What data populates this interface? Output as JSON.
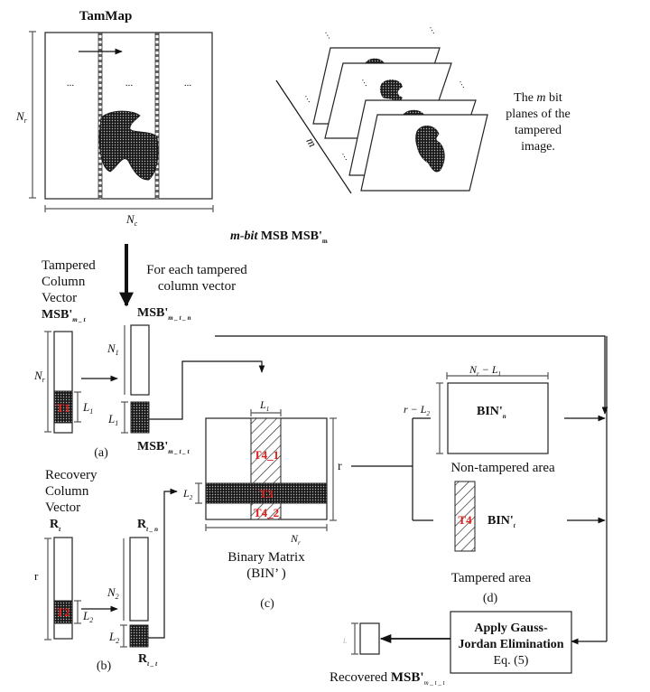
{
  "tammap": {
    "title": "TamMap",
    "dots": "...",
    "dim_rows": "N",
    "dim_rows_sub": "r",
    "dim_cols": "N",
    "dim_cols_sub": "c"
  },
  "bitplanes": {
    "m_label": "m",
    "caption_line1_pre": "The ",
    "caption_line1_m": "m",
    "caption_line1_post": " bit",
    "caption_line2": "planes of the",
    "caption_line3": "tampered",
    "caption_line4": "image."
  },
  "msb_label": {
    "italic": "m-bit",
    "bold": " MSB  MSB'",
    "sub": "m"
  },
  "panel_a": {
    "tampered_line1": "Tampered",
    "tampered_line2": "Column",
    "tampered_line3": "Vector",
    "vec_name": "MSB'",
    "vec_sub": "m _ t",
    "for_each_line1": "For each tampered",
    "for_each_line2": "column vector",
    "top_name": "MSB'",
    "top_sub": "m _ t _ n",
    "bottom_name": "MSB'",
    "bottom_sub": "m _ t _ t",
    "dim_nr": "N",
    "dim_nr_sub": "r",
    "dim_n1": "N",
    "dim_n1_sub": "1",
    "dim_l1": "L",
    "dim_l1_sub": "1",
    "block": "T1",
    "label": "(a)"
  },
  "panel_b": {
    "recovery_line1": "Recovery",
    "recovery_line2": "Column",
    "recovery_line3": "Vector",
    "vec_name": "R",
    "vec_sub": "t",
    "top_name": "R",
    "top_sub": "t _ n",
    "bottom_name": "R",
    "bottom_sub": "t _ t",
    "dim_r": "r",
    "dim_n2": "N",
    "dim_n2_sub": "2",
    "dim_l2": "L",
    "dim_l2_sub": "2",
    "block": "T2",
    "label": "(b)"
  },
  "panel_c": {
    "dim_l1": "L",
    "dim_l1_sub": "1",
    "dim_l2": "L",
    "dim_l2_sub": "2",
    "dim_r": "r",
    "dim_nr": "N",
    "dim_nr_sub": "r",
    "t4_1": "T4_1",
    "t3": "T3",
    "t4_2": "T4_2",
    "caption1": "Binary Matrix",
    "caption2": "(BIN’ )",
    "label": "(c)"
  },
  "panel_d": {
    "dim_top": "N",
    "dim_top_sub": "r",
    "dim_top_rest": " − L",
    "dim_top_rest_sub": "1",
    "dim_left": "r − L",
    "dim_left_sub": "2",
    "bin_n": "BIN'",
    "bin_n_sub": "n",
    "non_tampered": "Non-tampered area",
    "t4": "T4",
    "bin_t": "BIN'",
    "bin_t_sub": "t",
    "tampered": "Tampered area",
    "label": "(d)"
  },
  "gauss": {
    "line1": "Apply Gauss-",
    "line2": "Jordan Elimination",
    "line3": "Eq. (5)"
  },
  "recovered": {
    "text": "Recovered ",
    "name": "MSB'",
    "sub": "m _ t _ t",
    "dim": "L"
  }
}
